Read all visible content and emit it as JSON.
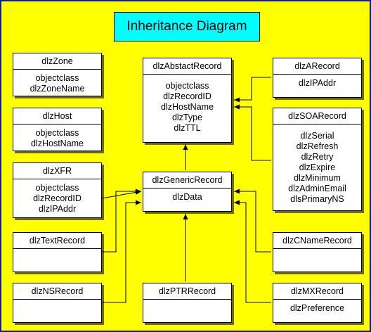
{
  "title": "Inheritance Diagram",
  "classes": [
    {
      "id": "dlzZone",
      "name": "dlzZone",
      "attributes": [
        "objectclass",
        "dlzZoneName"
      ]
    },
    {
      "id": "dlzHost",
      "name": "dlzHost",
      "attributes": [
        "objectclass",
        "dlzHostName"
      ]
    },
    {
      "id": "dlzXFR",
      "name": "dlzXFR",
      "attributes": [
        "objectclass",
        "dlzRecordID",
        "dlzIPAddr"
      ]
    },
    {
      "id": "dlzTextRecord",
      "name": "dlzTextRecord",
      "attributes": []
    },
    {
      "id": "dlzNSRecord",
      "name": "dlzNSRecord",
      "attributes": []
    },
    {
      "id": "dlzAbstactRecord",
      "name": "dlzAbstactRecord",
      "attributes": [
        "objectclass",
        "dlzRecordID",
        "dlzHostName",
        "dlzType",
        "dlzTTL"
      ]
    },
    {
      "id": "dlzGenericRecord",
      "name": "dlzGenericRecord",
      "attributes": [
        "dlzData"
      ]
    },
    {
      "id": "dlzPTRRecord",
      "name": "dlzPTRRecord",
      "attributes": []
    },
    {
      "id": "dlzARecord",
      "name": "dlzARecord",
      "attributes": [
        "dlzIPAddr"
      ]
    },
    {
      "id": "dlzSOARecord",
      "name": "dlzSOARecord",
      "attributes": [
        "dlzSerial",
        "dlzRefresh",
        "dlzRetry",
        "dlzExpire",
        "dlzMinimum",
        "dlzAdminEmail",
        "dlsPrimaryNS"
      ]
    },
    {
      "id": "dlzCNameRecord",
      "name": "dlzCNameRecord",
      "attributes": []
    },
    {
      "id": "dlzMXRecord",
      "name": "dlzMXRecord",
      "attributes": [
        "dlzPreference"
      ]
    }
  ],
  "inheritance": [
    {
      "child": "dlzGenericRecord",
      "parent": "dlzAbstactRecord"
    },
    {
      "child": "dlzARecord",
      "parent": "dlzAbstactRecord"
    },
    {
      "child": "dlzSOARecord",
      "parent": "dlzAbstactRecord"
    },
    {
      "child": "dlzXFR",
      "parent": "dlzGenericRecord"
    },
    {
      "child": "dlzTextRecord",
      "parent": "dlzGenericRecord"
    },
    {
      "child": "dlzNSRecord",
      "parent": "dlzGenericRecord"
    },
    {
      "child": "dlzPTRRecord",
      "parent": "dlzGenericRecord"
    },
    {
      "child": "dlzCNameRecord",
      "parent": "dlzGenericRecord"
    },
    {
      "child": "dlzMXRecord",
      "parent": "dlzGenericRecord"
    }
  ],
  "colors": {
    "background": "#ffff00",
    "title_box": "#00ffff",
    "frame": "#1a1a8c",
    "class_box": "#ffffff"
  }
}
